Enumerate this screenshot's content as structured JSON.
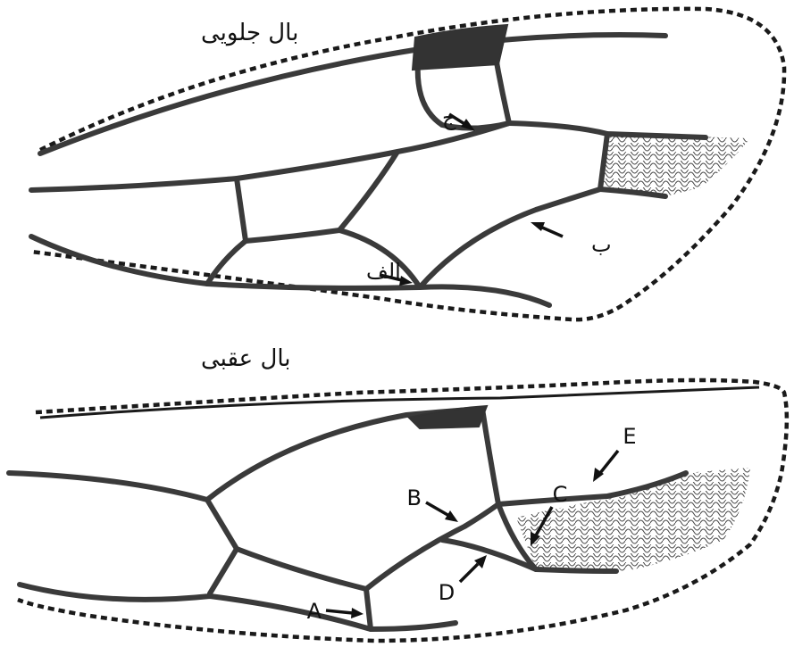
{
  "forewing": {
    "title": "بال جلویی",
    "labels": {
      "alef": "الف",
      "be": "ب",
      "jim": "ج"
    }
  },
  "hindwing": {
    "title": "بال عقبی",
    "labels": {
      "A": "A",
      "B": "B",
      "C": "C",
      "D": "D",
      "E": "E"
    }
  }
}
